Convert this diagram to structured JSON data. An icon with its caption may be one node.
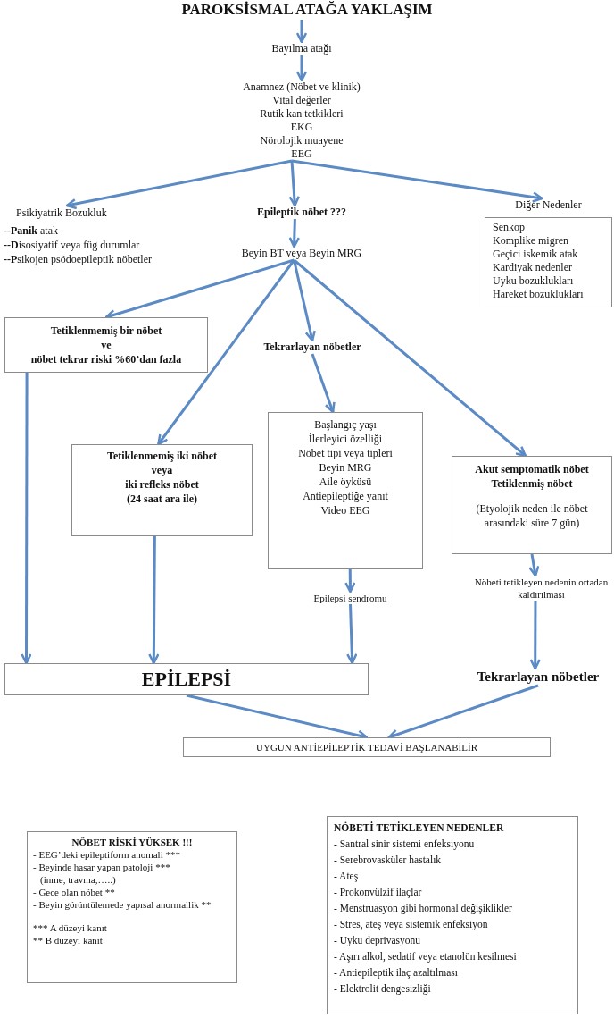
{
  "diagram": {
    "title": "PAROKSİSMAL ATAĞA YAKLAŞIM",
    "nodes": [
      {
        "text": [
          "Bayılma atağı"
        ]
      },
      {
        "text": [
          "Anamnez (Nöbet ve klinik)",
          "Vital değerler",
          "Rutik kan tetkikleri",
          "EKG",
          "Nörolojik muayene",
          "EEG"
        ]
      },
      {
        "text": [
          "Psikiyatrik Bozukluk",
          "**--Panik** atak",
          "**--D**isosiyatif veya füg durumlar",
          "**--P**sikojen psödoepileptik nöbetler"
        ]
      },
      {
        "text": [
          "Epileptik nöbet ???"
        ]
      },
      {
        "text": [
          "Diğer Nedenler",
          "Senkop",
          "Komplike migren",
          "Geçici iskemik atak",
          "Kardiyak nedenler",
          "Uyku bozuklukları",
          "Hareket bozuklukları"
        ]
      },
      {
        "text": [
          "Beyin BT veya Beyin MRG"
        ]
      },
      {
        "text": [
          "Tetiklenmemiş bir nöbet",
          "ve",
          "nöbet tekrar riski %60’dan fazla"
        ]
      },
      {
        "text": [
          "Tekrarlayan nöbetler"
        ]
      },
      {
        "text": [
          "Tetiklenmemiş iki nöbet",
          "veya",
          "iki refleks nöbet",
          "(24 saat ara ile)"
        ]
      },
      {
        "text": [
          "Başlangıç yaşı",
          "İlerleyici özelliği",
          "Nöbet tipi veya tipleri",
          "Beyin MRG",
          "Aile öyküsü",
          "Antiepileptiğe yanıt",
          "Video EEG"
        ]
      },
      {
        "text": [
          "Akut semptomatik nöbet",
          "Tetiklenmiş nöbet",
          "(Etyolojik neden ile nöbet arasındaki süre 7 gün)"
        ]
      },
      {
        "text": [
          "Epilepsi sendromu"
        ]
      },
      {
        "text": [
          "Nöbeti tetikleyen nedenin ortadan kaldırılması"
        ]
      },
      {
        "text": [
          "EPİLEPSİ"
        ]
      },
      {
        "text": [
          "Tekrarlayan nöbetler"
        ]
      },
      {
        "text": [
          "UYGUN ANTİEPİLEPTİK TEDAVİ BAŞLANABİLİR"
        ]
      },
      {
        "text": [
          "NÖBET RİSKİ YÜKSEK !!!",
          "- EEG’deki epileptiform anomali ***",
          "- Beyinde hasar yapan patoloji ***",
          "(inme, travma,…..)",
          "- Gece olan nöbet **",
          "- Beyin görüntülemede yapısal anormallik **",
          "*** A düzeyi kanıt",
          "** B düzeyi kanıt"
        ]
      },
      {
        "text": [
          "NÖBETİ TETİKLEYEN NEDENLER",
          "- Santral sinir sistemi enfeksiyonu",
          "- Serebrovasküler hastalık",
          "- Ateş",
          "- Prokonvülzif ilaçlar",
          "- Menstruasyon gibi hormonal değişiklikler",
          "- Stres, ateş veya sistemik enfeksiyon",
          "- Uyku deprivasyonu",
          "- Aşırı alkol, sedatif veya etanolün kesilmesi",
          "- Antiepileptik ilaç azaltılması",
          "- Elektrolit dengesizliği"
        ]
      }
    ],
    "edges": [
      {
        "from": null,
        "to": 0,
        "arrow": "to"
      },
      {
        "from": 0,
        "to": 1,
        "arrow": "to"
      },
      {
        "from": 1,
        "to": 2,
        "arrow": "to"
      },
      {
        "from": 1,
        "to": 3,
        "arrow": "to"
      },
      {
        "from": 1,
        "to": 4,
        "arrow": "to"
      },
      {
        "from": 3,
        "to": 5,
        "arrow": "to"
      },
      {
        "from": 5,
        "to": 6,
        "arrow": "to"
      },
      {
        "from": 5,
        "to": 8,
        "arrow": "to"
      },
      {
        "from": 5,
        "to": 7,
        "arrow": "to"
      },
      {
        "from": 5,
        "to": 10,
        "arrow": "to"
      },
      {
        "from": 7,
        "to": 9,
        "arrow": "to"
      },
      {
        "from": 9,
        "to": 11,
        "arrow": "to"
      },
      {
        "from": 11,
        "to": 13,
        "arrow": "to"
      },
      {
        "from": 6,
        "to": 13,
        "arrow": "to"
      },
      {
        "from": 8,
        "to": 13,
        "arrow": "to"
      },
      {
        "from": 10,
        "to": 12,
        "arrow": "to"
      },
      {
        "from": 12,
        "to": 14,
        "arrow": "to"
      },
      {
        "from": 13,
        "to": 15,
        "arrow": "to"
      },
      {
        "from": 14,
        "to": 15,
        "arrow": "to"
      }
    ]
  }
}
